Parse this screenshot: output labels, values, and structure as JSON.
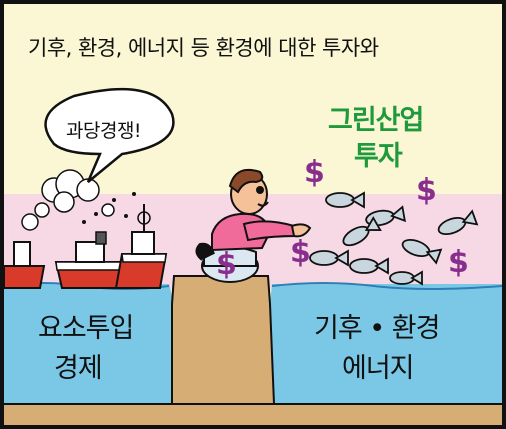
{
  "caption": "기후, 환경, 에너지 등 환경에 대한 투자와",
  "speech_bubble": "과당경쟁!",
  "green_industry": {
    "line1": "그린산업",
    "line2": "투자"
  },
  "left_sea": {
    "line1": "요소투입",
    "line2": "경제"
  },
  "right_sea": {
    "line1": "기후 • 환경",
    "line2": "에너지"
  },
  "dollar_symbol": "$",
  "colors": {
    "sky": "#fbf6d3",
    "sea": "#7ac8e6",
    "land": "#d6ad74",
    "ship_hull": "#d93b2b",
    "green_text": "#1e9a3c",
    "dollar": "#8a2e8e"
  }
}
